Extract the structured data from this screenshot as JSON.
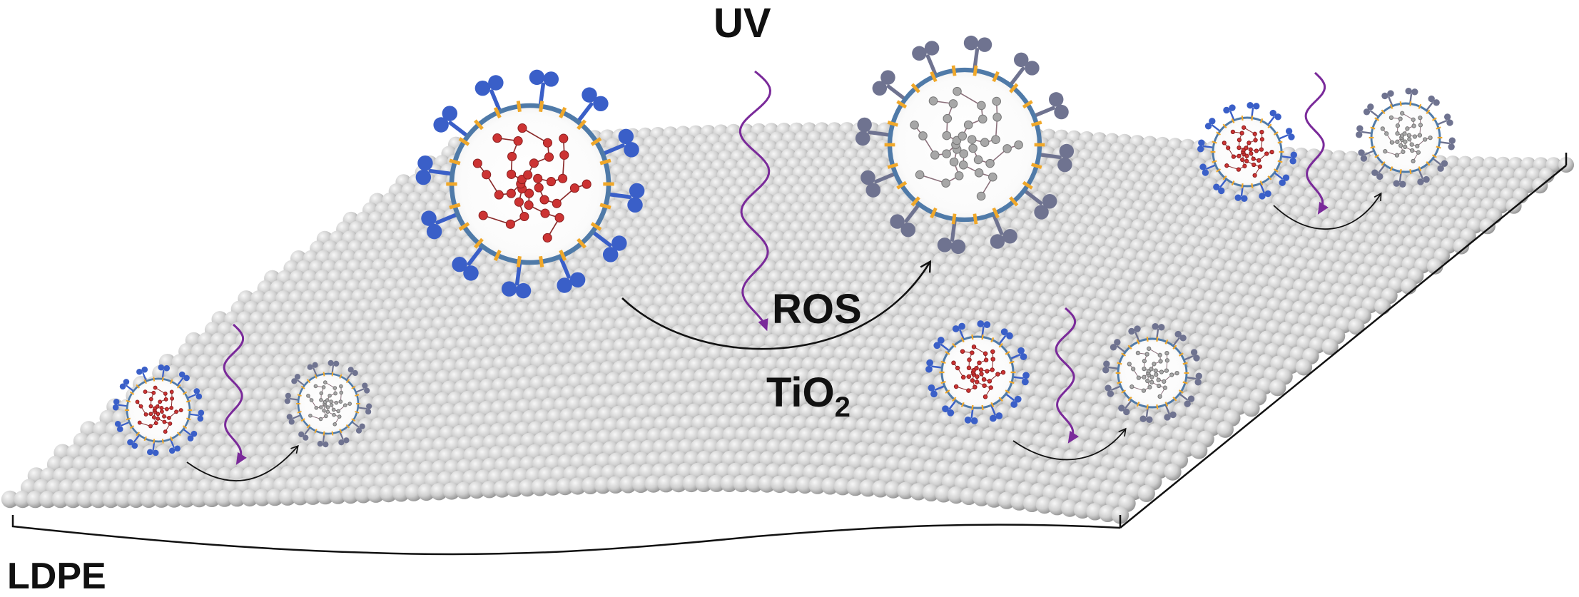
{
  "labels": {
    "uv": "UV",
    "ros": "ROS",
    "tio2_main": "TiO",
    "tio2_sub": "2",
    "ldpe": "LDPE"
  },
  "colors": {
    "background": "#ffffff",
    "sphere_light": "#f7f7f7",
    "sphere_mid": "#cfcfcf",
    "sphere_dark": "#8d8d8d",
    "uv_wave": "#7a2a9a",
    "arrow": "#111111",
    "active_spike": "#3a5fc8",
    "inactive_spike": "#6f7390",
    "envelope": "#4f7aa8",
    "membrane_protein": "#f0a82a",
    "active_rna": "#cc3333",
    "inactive_rna": "#a7a7a7"
  },
  "icons": [
    "active-virus-icon",
    "inactivated-virus-icon",
    "uv-wave-icon",
    "reaction-arrow-icon",
    "nanoparticle-sphere-icon"
  ]
}
